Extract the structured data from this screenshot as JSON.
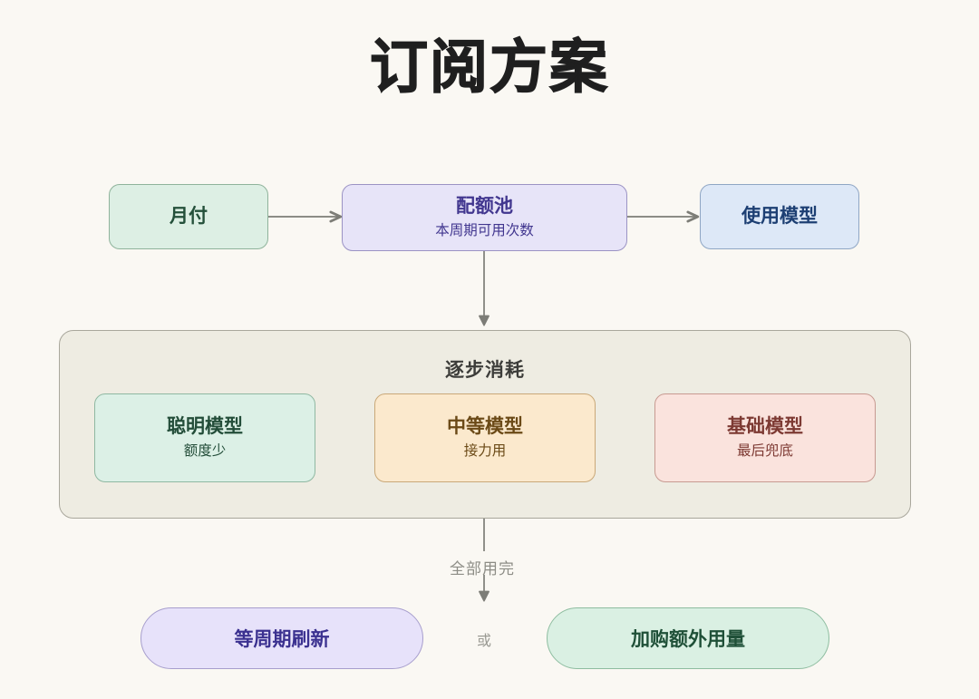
{
  "page": {
    "title": "订阅方案",
    "background_color": "#faf8f3"
  },
  "flow": {
    "row_top": [
      {
        "id": "monthly-payment",
        "title": "月付",
        "subtitle": "",
        "fill": "#ddefe4",
        "border": "#8fb39b",
        "text_color": "#24503a"
      },
      {
        "id": "quota-pool",
        "title": "配额池",
        "subtitle": "本周期可用次数",
        "fill": "#e7e4f8",
        "border": "#9b93c4",
        "text_color": "#41368f"
      },
      {
        "id": "use-model",
        "title": "使用模型",
        "subtitle": "",
        "fill": "#dde8f7",
        "border": "#8fa6c4",
        "text_color": "#1d3f73"
      }
    ],
    "group": {
      "title": "逐步消耗",
      "fill": "#eeece2",
      "border": "#a9a79c",
      "items": [
        {
          "id": "smart-model",
          "title": "聪明模型",
          "subtitle": "额度少",
          "fill": "#dcf0e6",
          "border": "#8fb8a2",
          "text_color": "#234d39"
        },
        {
          "id": "medium-model",
          "title": "中等模型",
          "subtitle": "接力用",
          "fill": "#fbe9cd",
          "border": "#c9a878",
          "text_color": "#6b4a17"
        },
        {
          "id": "basic-model",
          "title": "基础模型",
          "subtitle": "最后兜底",
          "fill": "#fae3dd",
          "border": "#c79a91",
          "text_color": "#7d3a33"
        }
      ]
    },
    "exhausted_label": "全部用完",
    "or_label": "或",
    "row_bottom": [
      {
        "id": "wait-cycle-refresh",
        "title": "等周期刷新",
        "fill": "#e7e2fa",
        "border": "#a79ecd",
        "text_color": "#3b3190"
      },
      {
        "id": "buy-extra-usage",
        "title": "加购额外用量",
        "fill": "#daf0e3",
        "border": "#8ebda0",
        "text_color": "#1f5038"
      }
    ],
    "connector_color": "#7d7d77"
  }
}
